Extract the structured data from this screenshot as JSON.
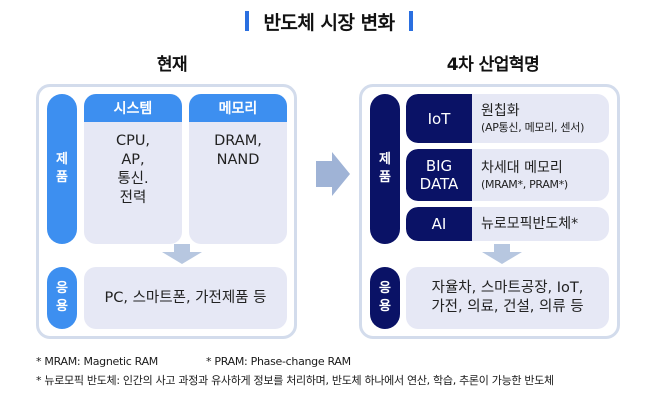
{
  "title": "반도체 시장 변화",
  "colors": {
    "accent_blue": "#3d8ff0",
    "navy": "#0a1266",
    "box_fill": "#e6e8f5",
    "panel_border": "#d3dcec",
    "arrow": "#9fb3d6"
  },
  "current": {
    "heading": "현재",
    "product_label": [
      "제",
      "품"
    ],
    "columns": [
      {
        "header": "시스템",
        "items": [
          "CPU,",
          "AP,",
          "통신.",
          "전력"
        ]
      },
      {
        "header": "메모리",
        "items": [
          "DRAM,",
          "NAND"
        ]
      }
    ],
    "application_label": [
      "응",
      "용"
    ],
    "applications": [
      "PC, 스마트폰, 가전제품 등"
    ]
  },
  "future": {
    "heading": "4차 산업혁명",
    "product_label": [
      "제",
      "품"
    ],
    "rows": [
      {
        "key": [
          "IoT"
        ],
        "main": "원칩화",
        "sub": "(AP통신, 메모리, 센서)"
      },
      {
        "key": [
          "BIG",
          "DATA"
        ],
        "main": "차세대 메모리",
        "sub": "(MRAM*, PRAM*)"
      },
      {
        "key": [
          "AI"
        ],
        "main": "뉴로모픽반도체*",
        "sub": ""
      }
    ],
    "application_label": [
      "응",
      "용"
    ],
    "applications": [
      "자율차, 스마트공장, IoT,",
      "가전, 의료, 건설, 의류 등"
    ]
  },
  "notes": {
    "mram": "* MRAM: Magnetic RAM",
    "pram": "* PRAM: Phase-change RAM",
    "neuromorphic": "* 뉴로모픽 반도체: 인간의 사고 과정과 유사하게 정보를 처리하며, 반도체 하나에서 연산, 학습, 추론이 가능한 반도체"
  }
}
